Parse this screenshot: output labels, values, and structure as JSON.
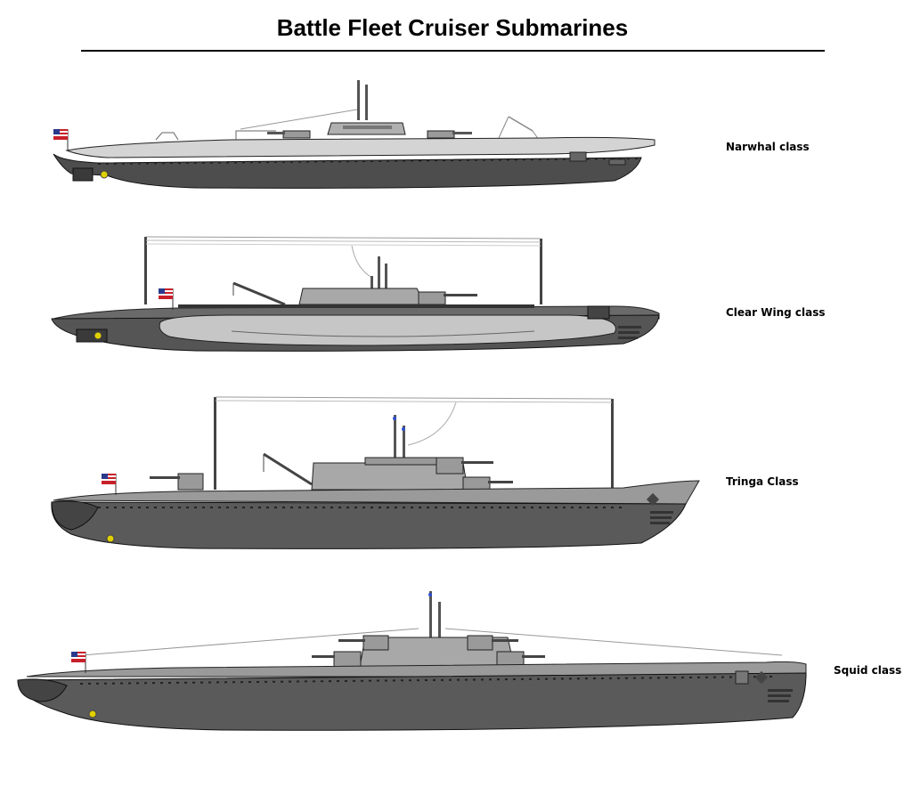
{
  "title": "Battle Fleet Cruiser Submarines",
  "colors": {
    "hull_dark": "#4d4d4d",
    "hull_mid": "#7b7b7b",
    "hull_light": "#b6b6b6",
    "deck_light": "#d4d4d4",
    "outline": "#1a1a1a",
    "propeller": "#e0d000",
    "flag_red": "#c8202a",
    "flag_blue": "#2a3a8c"
  },
  "submarines": [
    {
      "name": "Narwhal class"
    },
    {
      "name": "Clear Wing class"
    },
    {
      "name": "Tringa Class"
    },
    {
      "name": "Squid class"
    }
  ]
}
